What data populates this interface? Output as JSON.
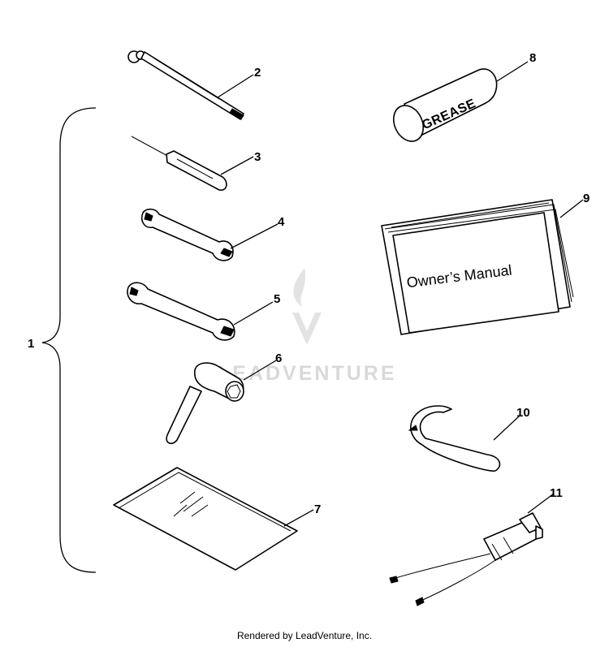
{
  "callouts": {
    "c1": "1",
    "c2": "2",
    "c3": "3",
    "c4": "4",
    "c5": "5",
    "c6": "6",
    "c7": "7",
    "c8": "8",
    "c9": "9",
    "c10": "10",
    "c11": "11"
  },
  "labels": {
    "grease": "GREASE",
    "manual": "Owner’s Manual"
  },
  "watermark": "LEADVENTURE",
  "footer": "Rendered by LeadVenture, Inc."
}
